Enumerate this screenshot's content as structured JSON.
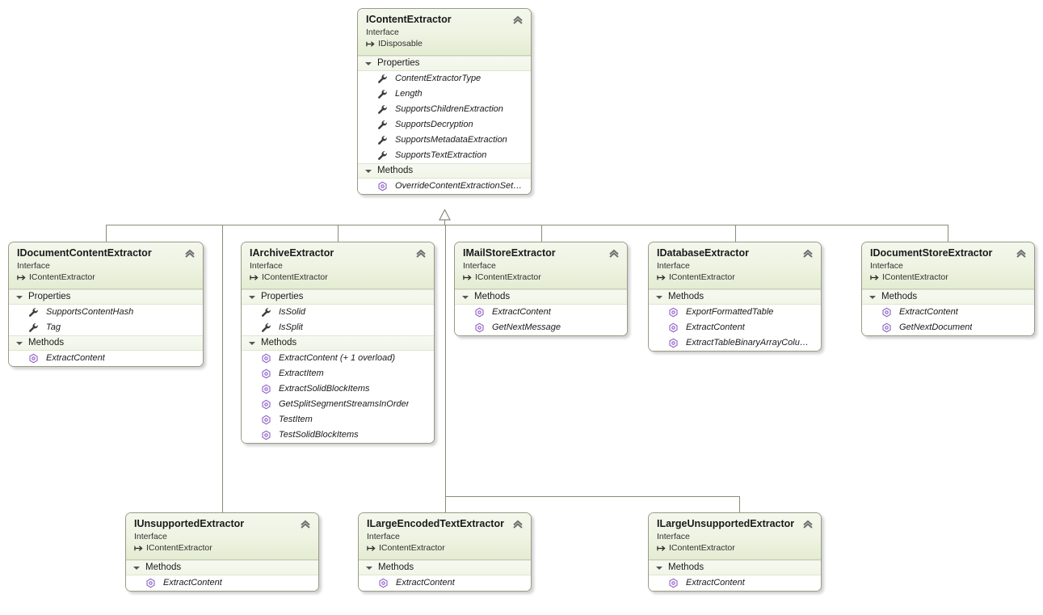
{
  "diagram": {
    "type": "uml-class-diagram",
    "stereotype_label": "Interface",
    "section_properties": "Properties",
    "section_methods": "Methods",
    "colors": {
      "header_gradient_top": "#f4f7ec",
      "header_gradient_bottom": "#e4ecd2",
      "border": "#9a9a86",
      "connector": "#8a8a7a",
      "method_icon": "#8c5ec4",
      "property_icon": "#3b3b3b",
      "section_band": "#f1f5e7"
    }
  },
  "classes": [
    {
      "id": "icontentextractor",
      "title": "IContentExtractor",
      "stereotype": "Interface",
      "base": "IDisposable",
      "sections": [
        {
          "name": "Properties",
          "members": [
            {
              "kind": "property",
              "name": "ContentExtractorType"
            },
            {
              "kind": "property",
              "name": "Length"
            },
            {
              "kind": "property",
              "name": "SupportsChildrenExtraction"
            },
            {
              "kind": "property",
              "name": "SupportsDecryption"
            },
            {
              "kind": "property",
              "name": "SupportsMetadataExtraction"
            },
            {
              "kind": "property",
              "name": "SupportsTextExtraction"
            }
          ]
        },
        {
          "name": "Methods",
          "members": [
            {
              "kind": "method",
              "name": "OverrideContentExtractionSettings"
            }
          ]
        }
      ]
    },
    {
      "id": "idocumentcontentextractor",
      "title": "IDocumentContentExtractor",
      "stereotype": "Interface",
      "base": "IContentExtractor",
      "sections": [
        {
          "name": "Properties",
          "members": [
            {
              "kind": "property",
              "name": "SupportsContentHash"
            },
            {
              "kind": "property",
              "name": "Tag"
            }
          ]
        },
        {
          "name": "Methods",
          "members": [
            {
              "kind": "method",
              "name": "ExtractContent"
            }
          ]
        }
      ]
    },
    {
      "id": "iarchiveextractor",
      "title": "IArchiveExtractor",
      "stereotype": "Interface",
      "base": "IContentExtractor",
      "sections": [
        {
          "name": "Properties",
          "members": [
            {
              "kind": "property",
              "name": "IsSolid"
            },
            {
              "kind": "property",
              "name": "IsSplit"
            }
          ]
        },
        {
          "name": "Methods",
          "members": [
            {
              "kind": "method",
              "name": "ExtractContent (+ 1 overload)"
            },
            {
              "kind": "method",
              "name": "ExtractItem"
            },
            {
              "kind": "method",
              "name": "ExtractSolidBlockItems"
            },
            {
              "kind": "method",
              "name": "GetSplitSegmentStreamsInOrder"
            },
            {
              "kind": "method",
              "name": "TestItem"
            },
            {
              "kind": "method",
              "name": "TestSolidBlockItems"
            }
          ]
        }
      ]
    },
    {
      "id": "imailstoreextractor",
      "title": "IMailStoreExtractor",
      "stereotype": "Interface",
      "base": "IContentExtractor",
      "sections": [
        {
          "name": "Methods",
          "members": [
            {
              "kind": "method",
              "name": "ExtractContent"
            },
            {
              "kind": "method",
              "name": "GetNextMessage"
            }
          ]
        }
      ]
    },
    {
      "id": "idatabaseextractor",
      "title": "IDatabaseExtractor",
      "stereotype": "Interface",
      "base": "IContentExtractor",
      "sections": [
        {
          "name": "Methods",
          "members": [
            {
              "kind": "method",
              "name": "ExportFormattedTable"
            },
            {
              "kind": "method",
              "name": "ExtractContent"
            },
            {
              "kind": "method",
              "name": "ExtractTableBinaryArrayColumnV..."
            }
          ]
        }
      ]
    },
    {
      "id": "idocumentstoreextractor",
      "title": "IDocumentStoreExtractor",
      "stereotype": "Interface",
      "base": "IContentExtractor",
      "sections": [
        {
          "name": "Methods",
          "members": [
            {
              "kind": "method",
              "name": "ExtractContent"
            },
            {
              "kind": "method",
              "name": "GetNextDocument"
            }
          ]
        }
      ]
    },
    {
      "id": "iunsupportedextractor",
      "title": "IUnsupportedExtractor",
      "stereotype": "Interface",
      "base": "IContentExtractor",
      "sections": [
        {
          "name": "Methods",
          "members": [
            {
              "kind": "method",
              "name": "ExtractContent"
            }
          ]
        }
      ]
    },
    {
      "id": "ilargeencodedtextextractor",
      "title": "ILargeEncodedTextExtractor",
      "stereotype": "Interface",
      "base": "IContentExtractor",
      "sections": [
        {
          "name": "Methods",
          "members": [
            {
              "kind": "method",
              "name": "ExtractContent"
            }
          ]
        }
      ]
    },
    {
      "id": "ilargeunsupportedextractor",
      "title": "ILargeUnsupportedExtractor",
      "stereotype": "Interface",
      "base": "IContentExtractor",
      "sections": [
        {
          "name": "Methods",
          "members": [
            {
              "kind": "method",
              "name": "ExtractContent"
            }
          ]
        }
      ]
    }
  ]
}
